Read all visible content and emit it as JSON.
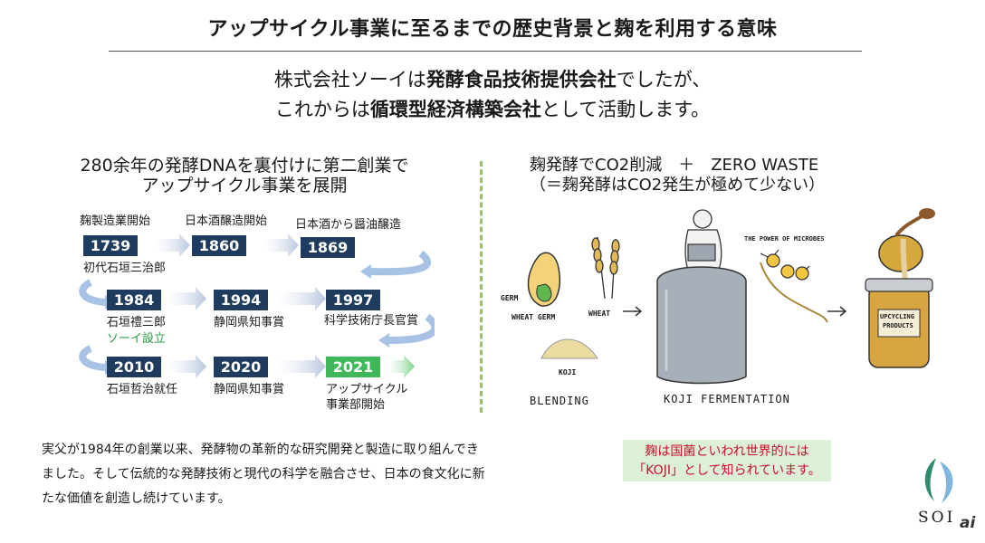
{
  "header": {
    "title": "アップサイクル事業に至るまでの歴史背景と麹を利用する意味",
    "sub_line1_pre": "株式会社ソーイは",
    "sub_line1_bold": "発酵食品技術提供会社",
    "sub_line1_post": "でしたが、",
    "sub_line2_pre": "これからは",
    "sub_line2_bold": "循環型経済構築会社",
    "sub_line2_post": "として活動します。"
  },
  "left": {
    "heading_line1": "280余年の発酵DNAを裏付けに第二創業で",
    "heading_line2": "アップサイクル事業を展開",
    "timeline": {
      "c1739_top": "麹製造業開始",
      "y1739": "1739",
      "c1739_bottom": "初代石垣三治郎",
      "c1860_top": "日本酒醸造開始",
      "y1860": "1860",
      "c1869_top": "日本酒から醤油醸造",
      "y1869": "1869",
      "y1984": "1984",
      "c1984_a": "石垣禮三郎",
      "c1984_b": "ソーイ設立",
      "y1994": "1994",
      "c1994": "静岡県知事賞",
      "y1997": "1997",
      "c1997": "科学技術庁長官賞",
      "y2010": "2010",
      "c2010": "石垣哲治就任",
      "y2020": "2020",
      "c2020": "静岡県知事賞",
      "y2021": "2021",
      "c2021_a": "アップサイクル",
      "c2021_b": "事業部開始"
    },
    "paragraph": "実父が1984年の創業以来、発酵物の革新的な研究開発と製造に取り組んできました。そして伝統的な発酵技術と現代の科学を融合させ、日本の食文化に新たな価値を創造し続けています。"
  },
  "right": {
    "heading_line1": "麹発酵でCO2削減　＋　ZERO WASTE",
    "heading_line2": "（＝麹発酵はCO2発生が極めて少ない）",
    "illustration": {
      "germ": "GERM",
      "wheat_germ": "WHEAT GERM",
      "wheat": "WHEAT",
      "koji": "KOJI",
      "blending": "BLENDING",
      "fermentation": "KOJI FERMENTATION",
      "microbes": "THE POWER OF MICROBES",
      "jar_label_1": "UPCYCLING",
      "jar_label_2": "PRODUCTS"
    },
    "note_line1": "麹は国菌といわれ世界的には",
    "note_line2": "「KOJI」として知られています。"
  },
  "logo": {
    "text": "SOI",
    "suffix": "ai"
  },
  "colors": {
    "navy": "#1f3b5e",
    "green": "#3fb85a",
    "arrow": "#c5cfe0",
    "red": "#c8102e",
    "note_bg": "#dcefd7"
  }
}
